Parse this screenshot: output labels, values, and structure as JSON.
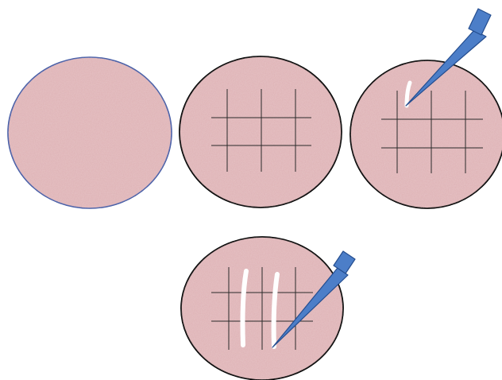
{
  "figure": {
    "dishes": [
      {
        "id": "plain",
        "has_grid": false,
        "scratches": 0,
        "tip": false
      },
      {
        "id": "grid",
        "has_grid": true,
        "scratches": 0,
        "tip": false
      },
      {
        "id": "grid-scratching",
        "has_grid": true,
        "scratches": 1,
        "tip": true
      },
      {
        "id": "grid-two-scratches",
        "has_grid": true,
        "scratches": 2,
        "tip": true
      }
    ],
    "grid": {
      "vertical_lines": 3,
      "horizontal_lines": 2
    }
  },
  "colors": {
    "background": "#ffffff",
    "dish_fill": "#ddb0b3",
    "dish_fill_light": "#e7c1c3",
    "dish_outline_first": "#3f57a3",
    "dish_outline": "#000000",
    "grid_line": "#2a2a2a",
    "scratch": "#ffffff",
    "tip_fill": "#4c7ec8",
    "tip_outline": "#244d8f"
  },
  "icons": {
    "tip": "pipette-tip-icon"
  }
}
